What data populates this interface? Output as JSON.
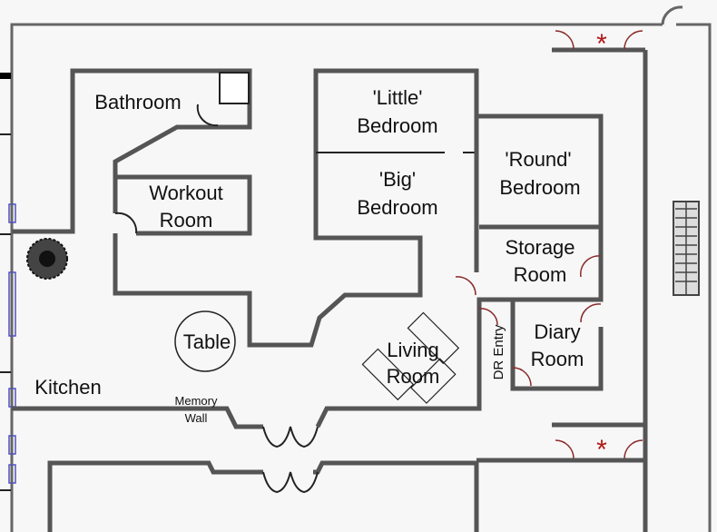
{
  "rooms": {
    "bathroom": "Bathroom",
    "workout": [
      "Workout",
      "Room"
    ],
    "little_bedroom": [
      "'Little'",
      "Bedroom"
    ],
    "big_bedroom": [
      "'Big'",
      "Bedroom"
    ],
    "round_bedroom": [
      "'Round'",
      "Bedroom"
    ],
    "storage": [
      "Storage",
      "Room"
    ],
    "diary": [
      "Diary",
      "Room"
    ],
    "dr_entry": "DR Entry",
    "living": [
      "Living",
      "Room"
    ],
    "table": "Table",
    "kitchen": "Kitchen",
    "memory_wall": [
      "Memory",
      "Wall"
    ]
  },
  "markers": {
    "star": "*"
  },
  "colors": {
    "wall": "#555555",
    "door": "#8a2a2a",
    "jamb": "#5aa05a",
    "star": "#b01818",
    "side_door": "#5050c0"
  }
}
